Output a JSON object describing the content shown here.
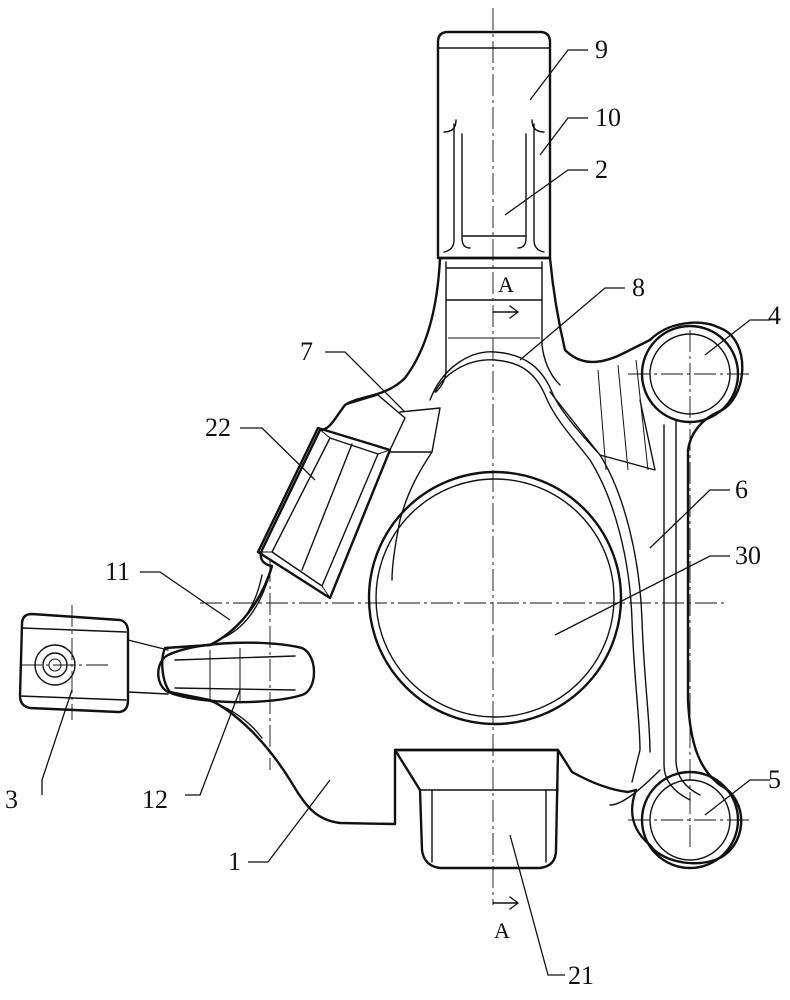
{
  "callouts": [
    {
      "id": "c9",
      "text": "9"
    },
    {
      "id": "c10",
      "text": "10"
    },
    {
      "id": "c2",
      "text": "2"
    },
    {
      "id": "c8",
      "text": "8"
    },
    {
      "id": "c4",
      "text": "4"
    },
    {
      "id": "c7",
      "text": "7"
    },
    {
      "id": "c22",
      "text": "22"
    },
    {
      "id": "c6",
      "text": "6"
    },
    {
      "id": "c30",
      "text": "30"
    },
    {
      "id": "c11",
      "text": "11"
    },
    {
      "id": "c3",
      "text": "3"
    },
    {
      "id": "c12",
      "text": "12"
    },
    {
      "id": "c5",
      "text": "5"
    },
    {
      "id": "c1",
      "text": "1"
    },
    {
      "id": "c21",
      "text": "21"
    }
  ],
  "section": {
    "top_letter": "A",
    "bottom_letter": "A"
  }
}
